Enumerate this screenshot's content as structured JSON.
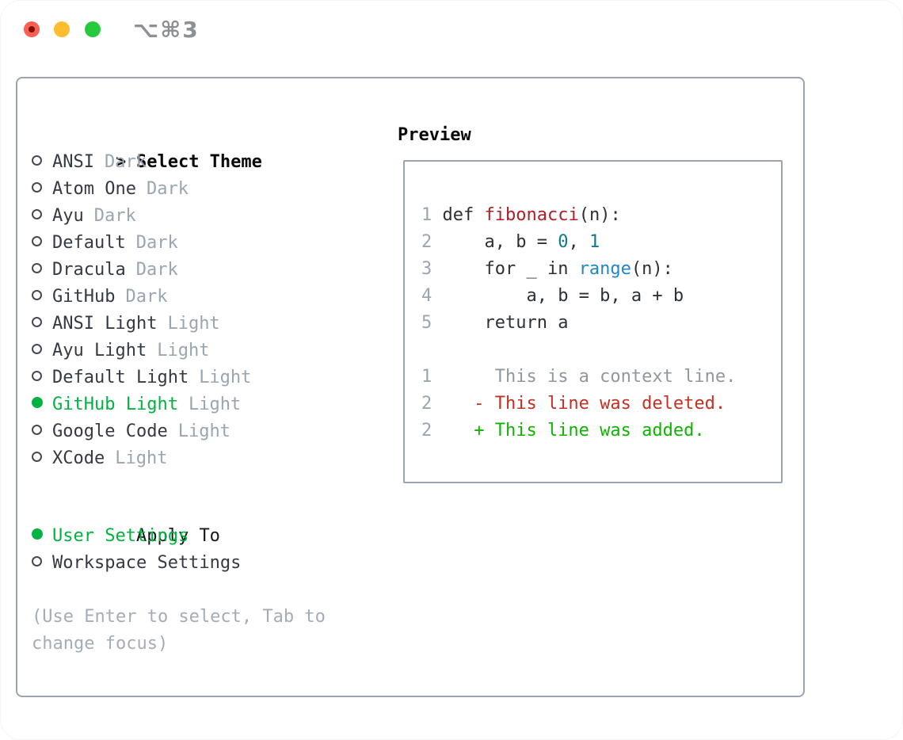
{
  "window": {
    "title": "⌥⌘3",
    "traffic_lights": [
      "close",
      "minimize",
      "zoom"
    ]
  },
  "theme_list": {
    "header_prefix": ">",
    "header": "Select Theme",
    "items": [
      {
        "name": "ANSI",
        "tag": "Dark",
        "selected": false
      },
      {
        "name": "Atom One",
        "tag": "Dark",
        "selected": false
      },
      {
        "name": "Ayu",
        "tag": "Dark",
        "selected": false
      },
      {
        "name": "Default",
        "tag": "Dark",
        "selected": false
      },
      {
        "name": "Dracula",
        "tag": "Dark",
        "selected": false
      },
      {
        "name": "GitHub",
        "tag": "Dark",
        "selected": false
      },
      {
        "name": "ANSI Light",
        "tag": "Light",
        "selected": false
      },
      {
        "name": "Ayu Light",
        "tag": "Light",
        "selected": false
      },
      {
        "name": "Default Light",
        "tag": "Light",
        "selected": false
      },
      {
        "name": "GitHub Light",
        "tag": "Light",
        "selected": true
      },
      {
        "name": "Google Code",
        "tag": "Light",
        "selected": false
      },
      {
        "name": "XCode",
        "tag": "Light",
        "selected": false
      }
    ]
  },
  "apply_to": {
    "header": "Apply To",
    "options": [
      {
        "label": "User Settings",
        "selected": true
      },
      {
        "label": "Workspace Settings",
        "selected": false
      }
    ]
  },
  "hint": {
    "line1": "(Use Enter to select, Tab to",
    "line2": "change focus)"
  },
  "preview": {
    "header": "Preview",
    "lines": [
      {
        "num": "1",
        "tokens": [
          {
            "text": " def ",
            "color": "code_fg"
          },
          {
            "text": "fibonacci",
            "color": "function_red"
          },
          {
            "text": "(n):",
            "color": "code_fg"
          }
        ]
      },
      {
        "num": "2",
        "tokens": [
          {
            "text": "     a, b = ",
            "color": "code_fg"
          },
          {
            "text": "0",
            "color": "number_teal"
          },
          {
            "text": ", ",
            "color": "code_fg"
          },
          {
            "text": "1",
            "color": "number_teal"
          }
        ]
      },
      {
        "num": "3",
        "tokens": [
          {
            "text": "     for _ in ",
            "color": "code_fg"
          },
          {
            "text": "range",
            "color": "builtin_blue"
          },
          {
            "text": "(n):",
            "color": "code_fg"
          }
        ]
      },
      {
        "num": "4",
        "tokens": [
          {
            "text": "         a, b = b, a + b",
            "color": "code_fg"
          }
        ]
      },
      {
        "num": "5",
        "tokens": [
          {
            "text": "     return a",
            "color": "code_fg"
          }
        ]
      },
      {
        "num": "",
        "tokens": []
      },
      {
        "num": "1",
        "tokens": [
          {
            "text": "      This is a context line.",
            "color": "context_gray"
          }
        ]
      },
      {
        "num": "2",
        "tokens": [
          {
            "text": "    - This line was deleted.",
            "color": "deleted_red"
          }
        ]
      },
      {
        "num": "2",
        "tokens": [
          {
            "text": "    + This line was added.",
            "color": "added_green"
          }
        ]
      }
    ]
  },
  "colors": {
    "accent_green": "#00b341",
    "list_text": "#333a43",
    "tag_gray": "#9aa5b2",
    "hint_gray": "#a4adb6",
    "panel_border": "#9ba4af",
    "code_fg": "#2b3137",
    "line_number": "#9aa5b2",
    "function_red": "#ae2026",
    "number_teal": "#0d7d85",
    "builtin_blue": "#2187c9",
    "context_gray": "#8f989f",
    "deleted_red": "#c43122",
    "added_green": "#10b300",
    "traffic_red": "#f95f53",
    "traffic_yellow": "#fdbd2e",
    "traffic_green": "#27c93f"
  }
}
